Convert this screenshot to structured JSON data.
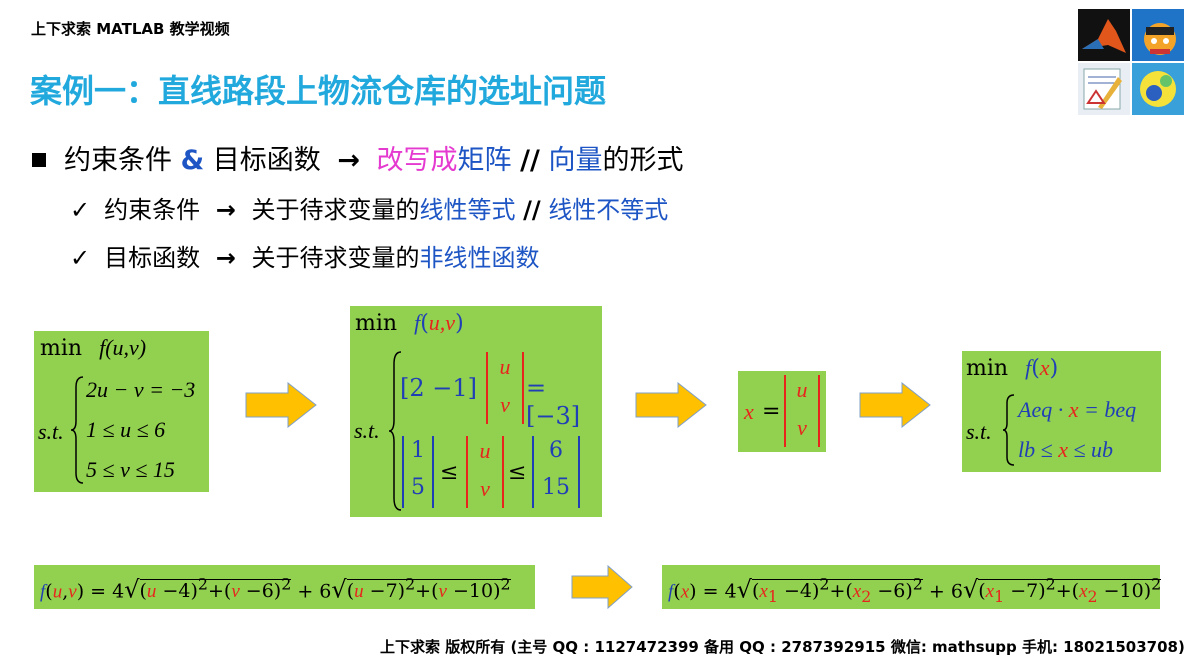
{
  "header": {
    "top_left": "上下求索 MATLAB 教学视频"
  },
  "title": "案例一：直线路段上物流仓库的选址问题",
  "bullet_main": {
    "part1": "约束条件",
    "amp": "&",
    "part2": "目标函数",
    "arrow": "→",
    "highlight1": "改写成",
    "highlight2": "矩阵",
    "sep": "//",
    "highlight3": "向量",
    "tail": "的形式"
  },
  "sub_bullets": [
    {
      "check": "✓",
      "label": "约束条件",
      "arrow": "→",
      "text": "关于待求变量的",
      "blue1": "线性等式",
      "sep": "//",
      "blue2": "线性不等式"
    },
    {
      "check": "✓",
      "label": "目标函数",
      "arrow": "→",
      "text": "关于待求变量的",
      "blue1": "非线性函数"
    }
  ],
  "box1": {
    "min": "min",
    "f": "f",
    "args": "(u,v)",
    "st": "s.t.",
    "c1": "2u − v = −3",
    "c2": "1 ≤ u ≤ 6",
    "c3": "5 ≤ v ≤ 15"
  },
  "box2": {
    "min": "min",
    "f": "f",
    "args": "u,v",
    "st": "s.t.",
    "row_vec": "2   −1",
    "u": "u",
    "v": "v",
    "eq_rhs": "−3",
    "lb_top": "1",
    "lb_bot": "5",
    "ub_top": "6",
    "ub_bot": "15"
  },
  "box3": {
    "x": "x",
    "u": "u",
    "v": "v"
  },
  "box4": {
    "min": "min",
    "f": "f",
    "x": "x",
    "st": "s.t.",
    "c1a": "Aeq",
    "c1b": "x",
    "c1c": "beq",
    "c2a": "lb",
    "c2b": "x",
    "c2c": "ub"
  },
  "formula_left": {
    "f": "f",
    "u": "u",
    "v": "v",
    "coef1": "4",
    "t1a": "−4)",
    "t1b": "−6)",
    "coef2": "6",
    "t2a": "−7)",
    "t2b": "−10)",
    "sq": "2"
  },
  "formula_right": {
    "f": "f",
    "x": "x",
    "coef1": "4",
    "x1": "x",
    "s1": "1",
    "x2": "x",
    "s2": "2",
    "t1a": "−4)",
    "t1b": "−6)",
    "coef2": "6",
    "t2a": "−7)",
    "t2b": "−10)",
    "sq": "2"
  },
  "footer": "上下求索  版权所有 (主号 QQ : 1127472399   备用 QQ : 2787392915   微信: mathsupp   手机: 18021503708)",
  "colors": {
    "title": "#21a9dd",
    "box": "#92d050",
    "arrow": "#ffc000",
    "red": "#e8251c",
    "blue": "#1e55c4",
    "magenta": "#e53ad0"
  }
}
